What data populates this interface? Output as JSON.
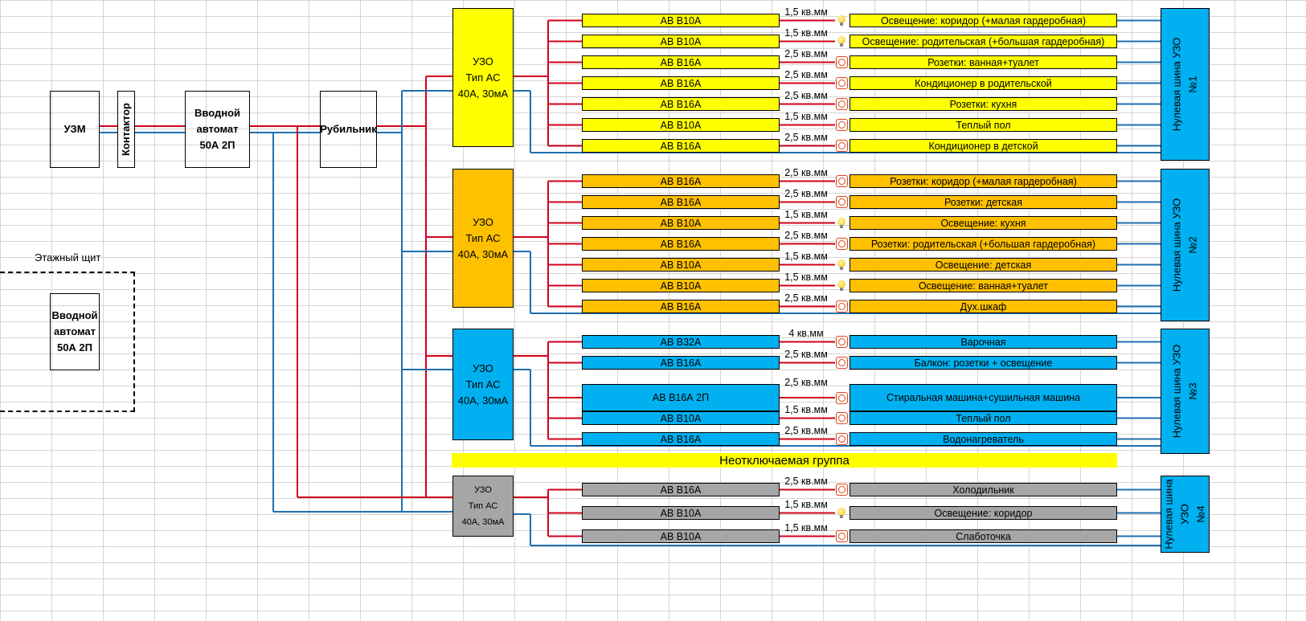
{
  "colors": {
    "phase": "#d0021b",
    "neutral": "#1f6fb0",
    "group1": "#ffff00",
    "group2": "#ffc000",
    "group3": "#00b0f0",
    "group4": "#a6a6a6",
    "bus": "#00b0f0"
  },
  "main_chain": {
    "uzm": "УЗМ",
    "contactor": "Контактор",
    "main_breaker": [
      "Вводной",
      "автомат",
      "50А 2П"
    ],
    "switch": "Рубильник"
  },
  "floor_panel": {
    "title": "Этажный щит",
    "breaker": [
      "Вводной",
      "автомат",
      "50А 2П"
    ]
  },
  "non_switchable_banner": "Неотключаемая группа",
  "groups": [
    {
      "rcd": [
        "УЗО",
        "Тип АС",
        "40А, 30мА"
      ],
      "bus": "Нулевая шина УЗО\n№1",
      "lines": [
        {
          "breaker": "АВ В10А",
          "cable": "1,5 кв.мм",
          "icon": "bulb-icon",
          "load": "Освещение: коридор (+малая гардеробная)"
        },
        {
          "breaker": "АВ В10А",
          "cable": "1,5 кв.мм",
          "icon": "bulb-icon",
          "load": "Освещение: родительская (+большая гардеробная)"
        },
        {
          "breaker": "АВ В16А",
          "cable": "2,5 кв.мм",
          "icon": "socket-icon",
          "load": "Розетки: ванная+туалет"
        },
        {
          "breaker": "АВ В16А",
          "cable": "2,5 кв.мм",
          "icon": "socket-icon",
          "load": "Кондиционер в родительской"
        },
        {
          "breaker": "АВ В16А",
          "cable": "2,5 кв.мм",
          "icon": "socket-icon",
          "load": "Розетки: кухня"
        },
        {
          "breaker": "АВ В10А",
          "cable": "1,5 кв.мм",
          "icon": "socket-icon",
          "load": "Теплый пол"
        },
        {
          "breaker": "АВ В16А",
          "cable": "2,5 кв.мм",
          "icon": "socket-icon",
          "load": "Кондиционер в детской"
        }
      ]
    },
    {
      "rcd": [
        "УЗО",
        "Тип АС",
        "40А, 30мА"
      ],
      "bus": "Нулевая шина УЗО\n№2",
      "lines": [
        {
          "breaker": "АВ В16А",
          "cable": "2,5 кв.мм",
          "icon": "socket-icon",
          "load": "Розетки: коридор (+малая гардеробная)"
        },
        {
          "breaker": "АВ В16А",
          "cable": "2,5 кв.мм",
          "icon": "socket-icon",
          "load": "Розетки: детская"
        },
        {
          "breaker": "АВ В10А",
          "cable": "1,5 кв.мм",
          "icon": "bulb-icon",
          "load": "Освещение: кухня"
        },
        {
          "breaker": "АВ В16А",
          "cable": "2,5 кв.мм",
          "icon": "socket-icon",
          "load": "Розетки: родительская (+большая гардеробная)"
        },
        {
          "breaker": "АВ В10А",
          "cable": "1,5 кв.мм",
          "icon": "bulb-icon",
          "load": "Освещение: детская"
        },
        {
          "breaker": "АВ В10А",
          "cable": "1,5 кв.мм",
          "icon": "bulb-icon",
          "load": "Освещение: ванная+туалет"
        },
        {
          "breaker": "АВ В16А",
          "cable": "2,5 кв.мм",
          "icon": "socket-icon",
          "load": "Дух.шкаф"
        }
      ]
    },
    {
      "rcd": [
        "УЗО",
        "Тип АС",
        "40А, 30мА"
      ],
      "bus": "Нулевая шина УЗО\n№3",
      "lines": [
        {
          "breaker": "АВ В32А",
          "cable": "4 кв.мм",
          "icon": "socket-icon",
          "load": "Варочная"
        },
        {
          "breaker": "АВ В16А",
          "cable": "2,5 кв.мм",
          "icon": "socket-icon",
          "load": "Балкон: розетки + освещение"
        },
        {
          "breaker": "АВ В16А 2П",
          "cable": "2,5 кв.мм",
          "icon": "socket-icon",
          "load": "Стиральная машина+сушильная машина"
        },
        {
          "breaker": "АВ В10А",
          "cable": "1,5 кв.мм",
          "icon": "socket-icon",
          "load": "Теплый пол"
        },
        {
          "breaker": "АВ В16А",
          "cable": "2,5 кв.мм",
          "icon": "socket-icon",
          "load": "Водонагреватель"
        }
      ]
    },
    {
      "rcd": [
        "УЗО",
        "Тип АС",
        "40А, 30мА"
      ],
      "bus": "Нулевая шина\nУЗО\n№4",
      "lines": [
        {
          "breaker": "АВ В16А",
          "cable": "2,5 кв.мм",
          "icon": "socket-icon",
          "load": "Холодильник"
        },
        {
          "breaker": "АВ В10А",
          "cable": "1,5 кв.мм",
          "icon": "bulb-icon",
          "load": "Освещение: коридор"
        },
        {
          "breaker": "АВ В10А",
          "cable": "1,5 кв.мм",
          "icon": "socket-icon",
          "load": "Слаботочка"
        }
      ]
    }
  ]
}
